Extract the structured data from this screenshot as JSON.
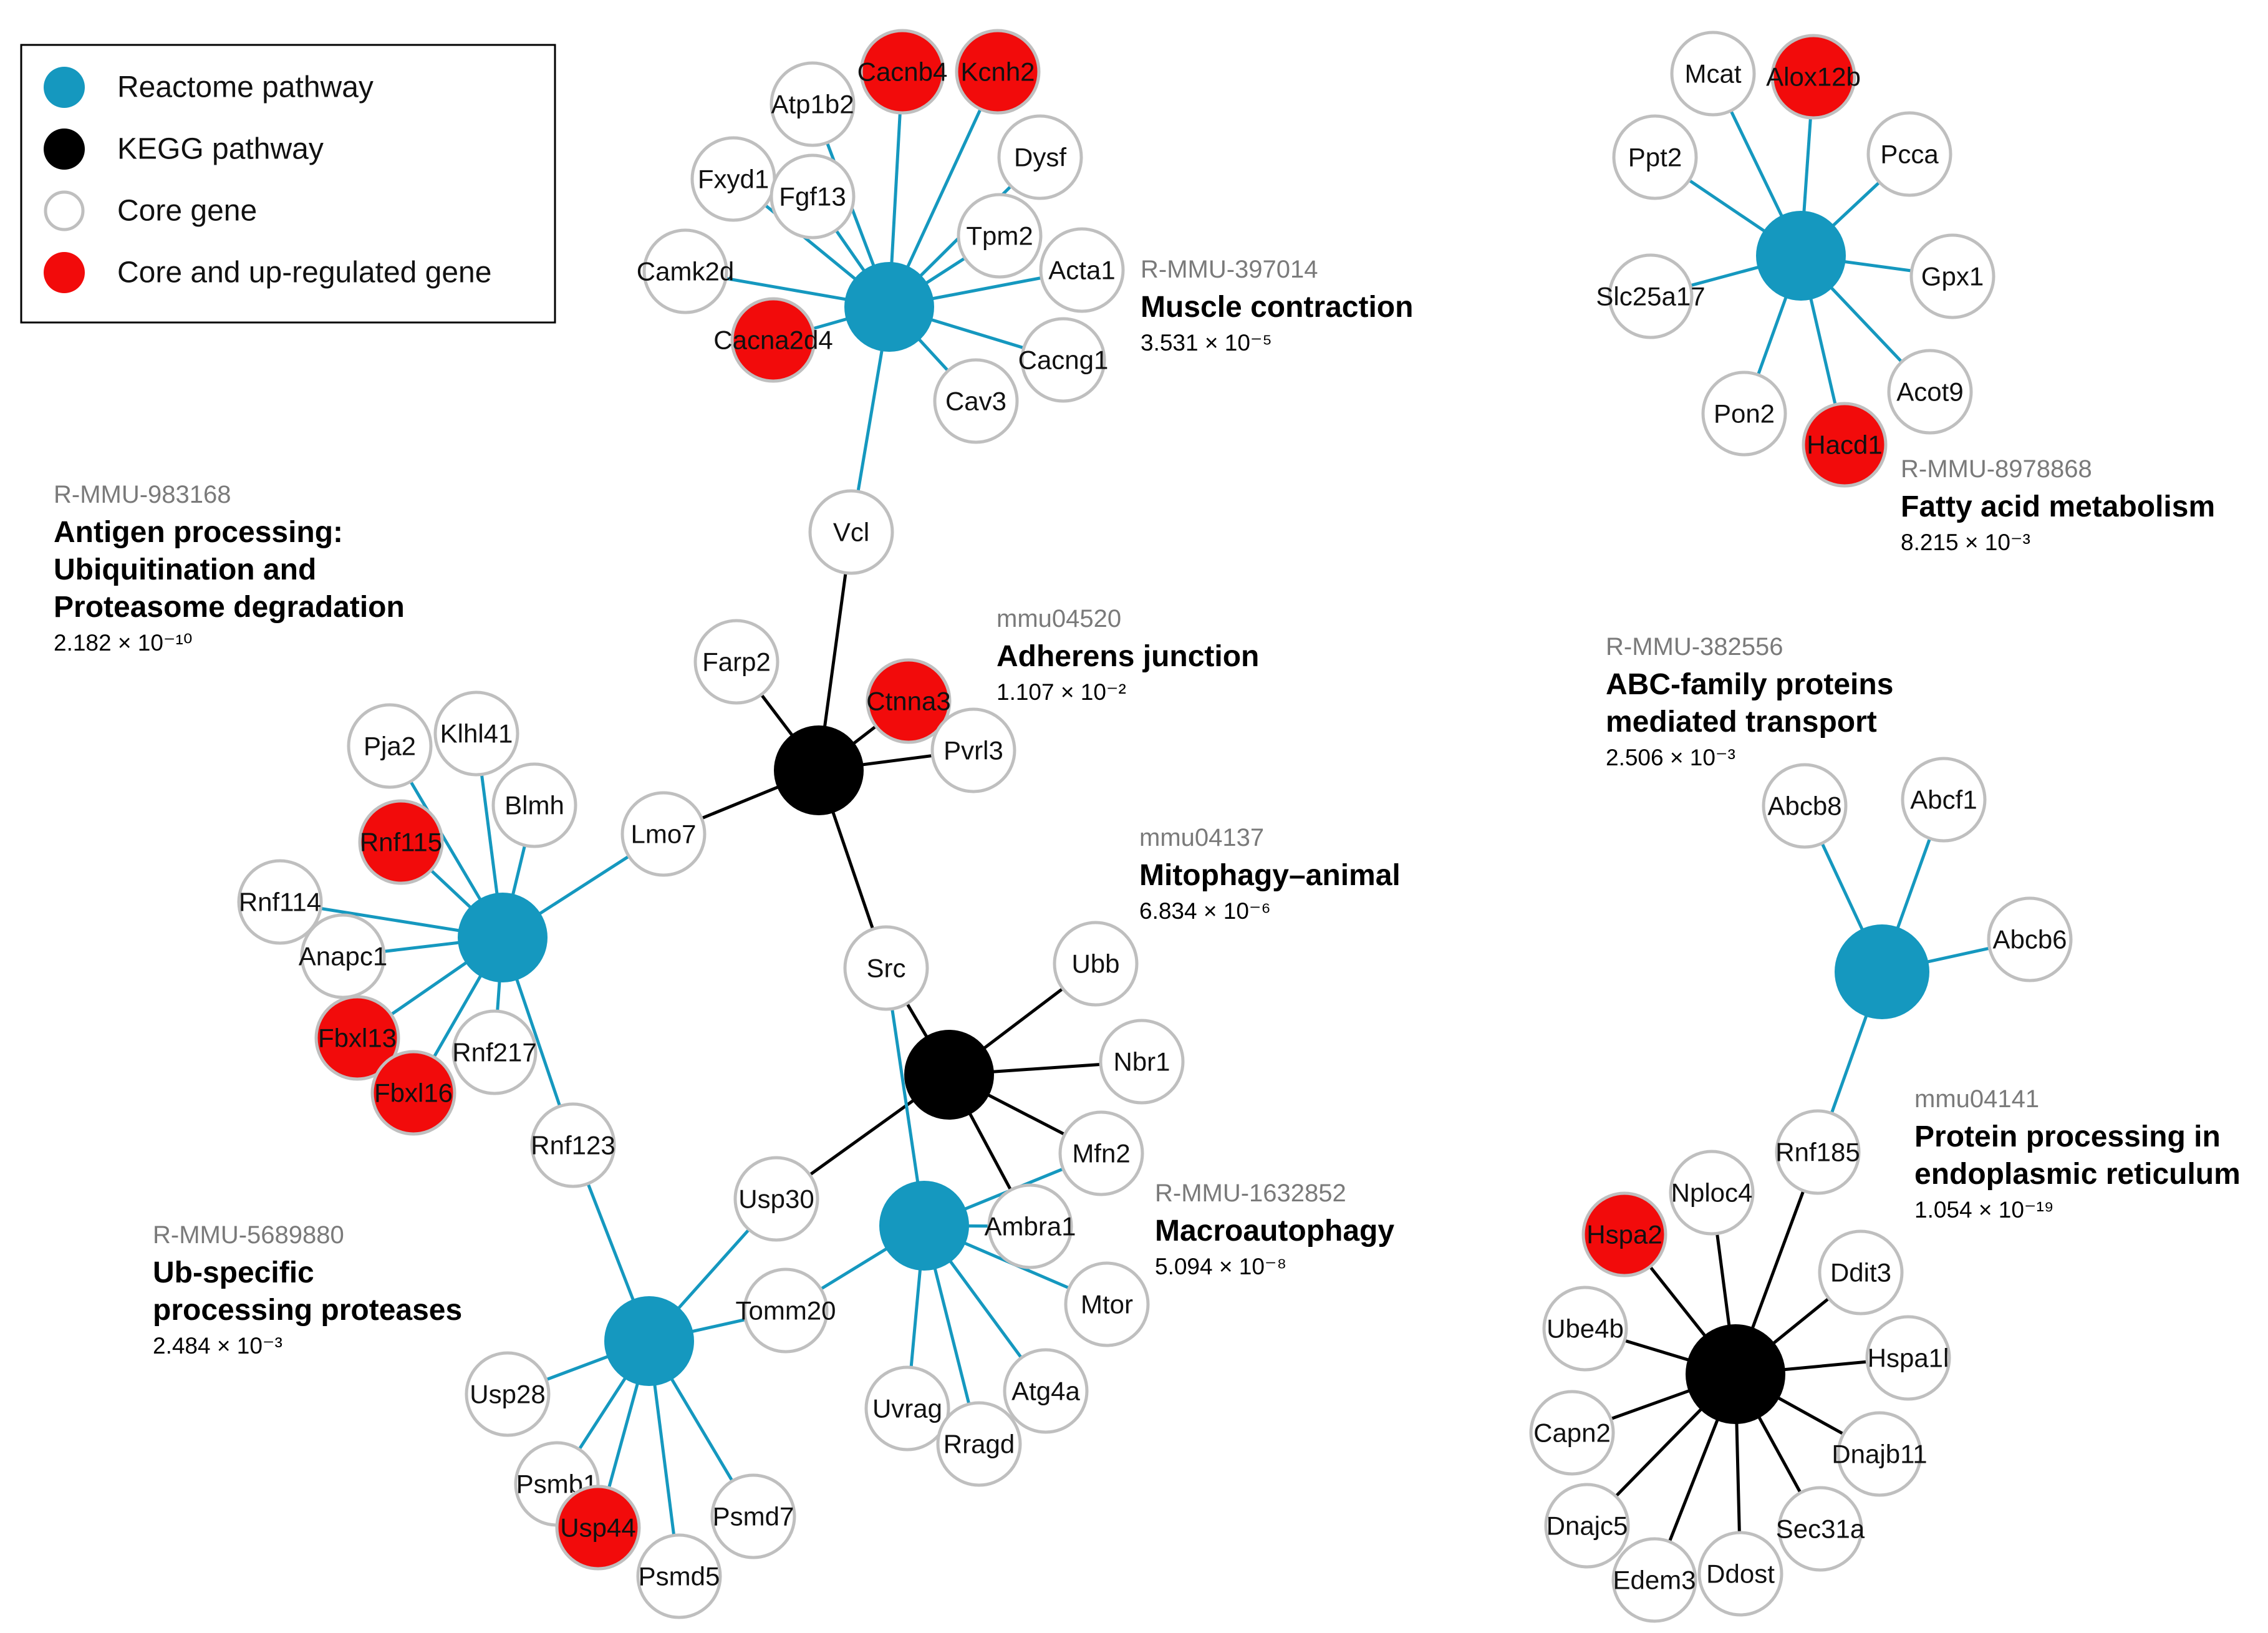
{
  "colors": {
    "reactome": "#1598bf",
    "kegg": "#000000",
    "core_fill": "#ffffff",
    "core_stroke": "#bfbfbf",
    "upregulated": "#f20b0b",
    "reactome_edge": "#1598bf",
    "kegg_edge": "#000000"
  },
  "legend": {
    "items": [
      {
        "kind": "reactome",
        "label": "Reactome pathway"
      },
      {
        "kind": "kegg",
        "label": "KEGG  pathway"
      },
      {
        "kind": "core",
        "label": "Core gene"
      },
      {
        "kind": "up",
        "label": "Core and up-regulated gene"
      }
    ]
  },
  "hubs": [
    {
      "key": "muscle",
      "type": "reactome",
      "id": "R-MMU-397014",
      "name": [
        "Muscle contraction"
      ],
      "p": "3.531 × 10⁻⁵"
    },
    {
      "key": "fatty",
      "type": "reactome",
      "id": "R-MMU-8978868",
      "name": [
        "Fatty acid metabolism"
      ],
      "p": "8.215 × 10⁻³"
    },
    {
      "key": "antigen",
      "type": "reactome",
      "id": "R-MMU-983168",
      "name": [
        "Antigen processing:",
        "Ubiquitination and",
        "Proteasome degradation"
      ],
      "p": "2.182 × 10⁻¹⁰"
    },
    {
      "key": "adherens",
      "type": "kegg",
      "id": "mmu04520",
      "name": [
        "Adherens junction"
      ],
      "p": "1.107 × 10⁻²"
    },
    {
      "key": "mitophagy",
      "type": "kegg",
      "id": "mmu04137",
      "name": [
        "Mitophagy–animal"
      ],
      "p": "6.834 × 10⁻⁶"
    },
    {
      "key": "macro",
      "type": "reactome",
      "id": "R-MMU-1632852",
      "name": [
        "Macroautophagy"
      ],
      "p": "5.094 × 10⁻⁸"
    },
    {
      "key": "ub",
      "type": "reactome",
      "id": "R-MMU-5689880",
      "name": [
        "Ub-specific",
        "processing proteases"
      ],
      "p": "2.484 × 10⁻³"
    },
    {
      "key": "abc",
      "type": "reactome",
      "id": "R-MMU-382556",
      "name": [
        "ABC-family proteins",
        "mediated transport"
      ],
      "p": "2.506 × 10⁻³"
    },
    {
      "key": "er",
      "type": "kegg",
      "id": "mmu04141",
      "name": [
        "Protein processing in",
        "endoplasmic reticulum"
      ],
      "p": "1.054 × 10⁻¹⁹"
    }
  ],
  "genes": [
    {
      "name": "Cacnb4",
      "up": true
    },
    {
      "name": "Kcnh2",
      "up": true
    },
    {
      "name": "Atp1b2",
      "up": false
    },
    {
      "name": "Dysf",
      "up": false
    },
    {
      "name": "Fxyd1",
      "up": false
    },
    {
      "name": "Fgf13",
      "up": false
    },
    {
      "name": "Tpm2",
      "up": false
    },
    {
      "name": "Acta1",
      "up": false
    },
    {
      "name": "Camk2d",
      "up": false
    },
    {
      "name": "Cacna2d4",
      "up": true
    },
    {
      "name": "Cacng1",
      "up": false
    },
    {
      "name": "Cav3",
      "up": false
    },
    {
      "name": "Vcl",
      "up": false
    },
    {
      "name": "Mcat",
      "up": false
    },
    {
      "name": "Alox12b",
      "up": true
    },
    {
      "name": "Ppt2",
      "up": false
    },
    {
      "name": "Pcca",
      "up": false
    },
    {
      "name": "Gpx1",
      "up": false
    },
    {
      "name": "Slc25a17",
      "up": false
    },
    {
      "name": "Acot9",
      "up": false
    },
    {
      "name": "Pon2",
      "up": false
    },
    {
      "name": "Hacd1",
      "up": true
    },
    {
      "name": "Farp2",
      "up": false
    },
    {
      "name": "Ctnna3",
      "up": true
    },
    {
      "name": "Pvrl3",
      "up": false
    },
    {
      "name": "Lmo7",
      "up": false
    },
    {
      "name": "Pja2",
      "up": false
    },
    {
      "name": "Klhl41",
      "up": false
    },
    {
      "name": "Blmh",
      "up": false
    },
    {
      "name": "Rnf115",
      "up": true
    },
    {
      "name": "Rnf114",
      "up": false
    },
    {
      "name": "Anapc1",
      "up": false
    },
    {
      "name": "Fbxl13",
      "up": true
    },
    {
      "name": "Rnf217",
      "up": false
    },
    {
      "name": "Fbxl16",
      "up": true
    },
    {
      "name": "Rnf123",
      "up": false
    },
    {
      "name": "Src",
      "up": false
    },
    {
      "name": "Ubb",
      "up": false
    },
    {
      "name": "Nbr1",
      "up": false
    },
    {
      "name": "Mfn2",
      "up": false
    },
    {
      "name": "Ambra1",
      "up": false
    },
    {
      "name": "Usp30",
      "up": false
    },
    {
      "name": "Mtor",
      "up": false
    },
    {
      "name": "Tomm20",
      "up": false
    },
    {
      "name": "Uvrag",
      "up": false
    },
    {
      "name": "Atg4a",
      "up": false
    },
    {
      "name": "Rragd",
      "up": false
    },
    {
      "name": "Usp28",
      "up": false
    },
    {
      "name": "Psmb1",
      "up": false
    },
    {
      "name": "Usp44",
      "up": true
    },
    {
      "name": "Psmd7",
      "up": false
    },
    {
      "name": "Psmd5",
      "up": false
    },
    {
      "name": "Abcb8",
      "up": false
    },
    {
      "name": "Abcf1",
      "up": false
    },
    {
      "name": "Abcb6",
      "up": false
    },
    {
      "name": "Rnf185",
      "up": false
    },
    {
      "name": "Nploc4",
      "up": false
    },
    {
      "name": "Hspa2",
      "up": true
    },
    {
      "name": "Ddit3",
      "up": false
    },
    {
      "name": "Ube4b",
      "up": false
    },
    {
      "name": "Hspa1l",
      "up": false
    },
    {
      "name": "Capn2",
      "up": false
    },
    {
      "name": "Dnajb11",
      "up": false
    },
    {
      "name": "Dnajc5",
      "up": false
    },
    {
      "name": "Sec31a",
      "up": false
    },
    {
      "name": "Edem3",
      "up": false
    },
    {
      "name": "Ddost",
      "up": false
    }
  ],
  "edges": [
    [
      "muscle",
      "Cacnb4"
    ],
    [
      "muscle",
      "Kcnh2"
    ],
    [
      "muscle",
      "Atp1b2"
    ],
    [
      "muscle",
      "Dysf"
    ],
    [
      "muscle",
      "Fxyd1"
    ],
    [
      "muscle",
      "Fgf13"
    ],
    [
      "muscle",
      "Tpm2"
    ],
    [
      "muscle",
      "Acta1"
    ],
    [
      "muscle",
      "Camk2d"
    ],
    [
      "muscle",
      "Cacna2d4"
    ],
    [
      "muscle",
      "Cacng1"
    ],
    [
      "muscle",
      "Cav3"
    ],
    [
      "muscle",
      "Vcl"
    ],
    [
      "fatty",
      "Mcat"
    ],
    [
      "fatty",
      "Alox12b"
    ],
    [
      "fatty",
      "Ppt2"
    ],
    [
      "fatty",
      "Pcca"
    ],
    [
      "fatty",
      "Gpx1"
    ],
    [
      "fatty",
      "Slc25a17"
    ],
    [
      "fatty",
      "Acot9"
    ],
    [
      "fatty",
      "Pon2"
    ],
    [
      "fatty",
      "Hacd1"
    ],
    [
      "adherens",
      "Vcl"
    ],
    [
      "adherens",
      "Farp2"
    ],
    [
      "adherens",
      "Ctnna3"
    ],
    [
      "adherens",
      "Pvrl3"
    ],
    [
      "adherens",
      "Lmo7"
    ],
    [
      "adherens",
      "Src"
    ],
    [
      "antigen",
      "Pja2"
    ],
    [
      "antigen",
      "Klhl41"
    ],
    [
      "antigen",
      "Blmh"
    ],
    [
      "antigen",
      "Rnf115"
    ],
    [
      "antigen",
      "Rnf114"
    ],
    [
      "antigen",
      "Anapc1"
    ],
    [
      "antigen",
      "Fbxl13"
    ],
    [
      "antigen",
      "Rnf217"
    ],
    [
      "antigen",
      "Fbxl16"
    ],
    [
      "antigen",
      "Lmo7"
    ],
    [
      "antigen",
      "Rnf123"
    ],
    [
      "mitophagy",
      "Src"
    ],
    [
      "mitophagy",
      "Ubb"
    ],
    [
      "mitophagy",
      "Nbr1"
    ],
    [
      "mitophagy",
      "Mfn2"
    ],
    [
      "mitophagy",
      "Ambra1"
    ],
    [
      "mitophagy",
      "Usp30"
    ],
    [
      "macro",
      "Src"
    ],
    [
      "macro",
      "Mfn2"
    ],
    [
      "macro",
      "Ambra1"
    ],
    [
      "macro",
      "Mtor"
    ],
    [
      "macro",
      "Tomm20"
    ],
    [
      "macro",
      "Uvrag"
    ],
    [
      "macro",
      "Atg4a"
    ],
    [
      "macro",
      "Rragd"
    ],
    [
      "ub",
      "Rnf123"
    ],
    [
      "ub",
      "Usp30"
    ],
    [
      "ub",
      "Tomm20"
    ],
    [
      "ub",
      "Usp28"
    ],
    [
      "ub",
      "Psmb1"
    ],
    [
      "ub",
      "Usp44"
    ],
    [
      "ub",
      "Psmd7"
    ],
    [
      "ub",
      "Psmd5"
    ],
    [
      "abc",
      "Abcb8"
    ],
    [
      "abc",
      "Abcf1"
    ],
    [
      "abc",
      "Abcb6"
    ],
    [
      "abc",
      "Rnf185"
    ],
    [
      "er",
      "Rnf185"
    ],
    [
      "er",
      "Nploc4"
    ],
    [
      "er",
      "Hspa2"
    ],
    [
      "er",
      "Ddit3"
    ],
    [
      "er",
      "Ube4b"
    ],
    [
      "er",
      "Hspa1l"
    ],
    [
      "er",
      "Capn2"
    ],
    [
      "er",
      "Dnajb11"
    ],
    [
      "er",
      "Dnajc5"
    ],
    [
      "er",
      "Sec31a"
    ],
    [
      "er",
      "Edem3"
    ],
    [
      "er",
      "Ddost"
    ]
  ]
}
